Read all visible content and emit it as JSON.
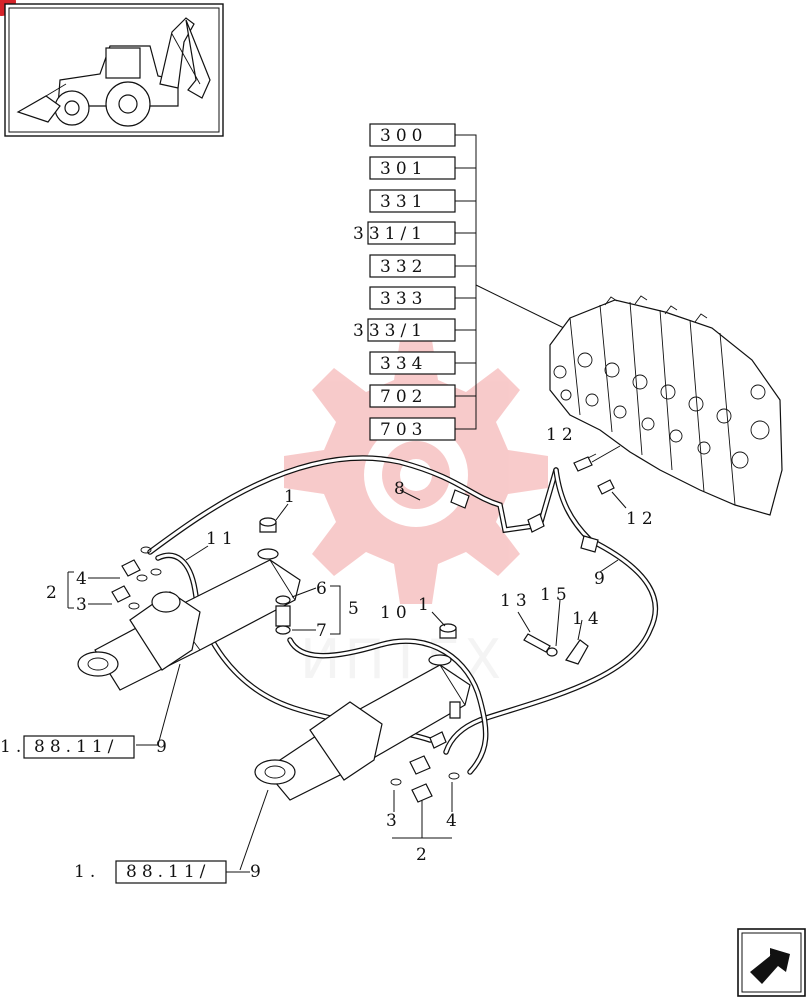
{
  "codes": [
    "300",
    "301",
    "331",
    "331/1",
    "332",
    "333",
    "333/1",
    "334",
    "702",
    "703"
  ],
  "callouts": {
    "c1a": "1",
    "c1b": "1",
    "c2a": "2",
    "c2b": "2",
    "c3a": "3",
    "c3b": "3",
    "c4a": "4",
    "c4b": "4",
    "c5": "5",
    "c6": "6",
    "c7": "7",
    "c8": "8",
    "c9a": "9",
    "c10": "10",
    "c11": "11",
    "c12a": "12",
    "c12b": "12",
    "c13": "13",
    "c14": "14",
    "c15": "15"
  },
  "refs": {
    "ref_left_prefix": "1.",
    "ref_left_box": "88.11/",
    "ref_left_suffix": "9",
    "ref_bottom_prefix": "1.",
    "ref_bottom_box": "88.11/",
    "ref_bottom_suffix": "9"
  },
  "watermark": "ИПТЕХ",
  "colors": {
    "watermark": "#f2a0a0",
    "ink": "#111111",
    "corner_badge": "#d6242a"
  },
  "icons": [
    "backhoe-loader-thumbnail-icon",
    "next-page-arrow-icon"
  ]
}
